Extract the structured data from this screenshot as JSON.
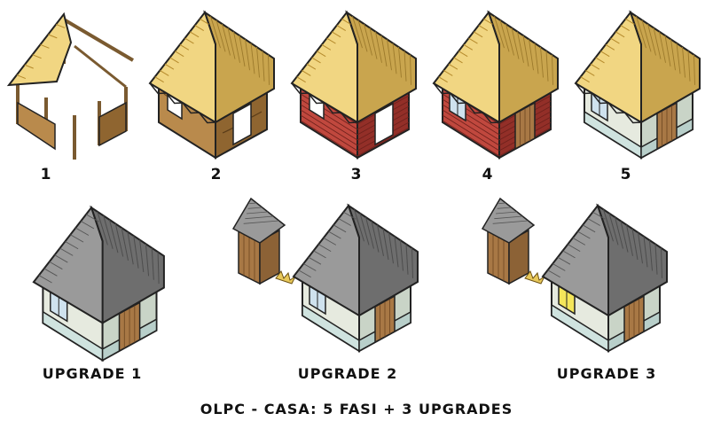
{
  "stages": [
    {
      "label": "1",
      "roof": "thatch-broken",
      "wall": "frame"
    },
    {
      "label": "2",
      "roof": "thatch",
      "wall": "mud"
    },
    {
      "label": "3",
      "roof": "thatch",
      "wall": "brick"
    },
    {
      "label": "4",
      "roof": "thatch",
      "wall": "brick-door-window"
    },
    {
      "label": "5",
      "roof": "thatch",
      "wall": "plaster-door-window"
    }
  ],
  "upgrades": [
    {
      "label": "UPGRADE 1",
      "roof": "metal",
      "outhouse": false,
      "lit_window": false
    },
    {
      "label": "UPGRADE 2",
      "roof": "metal",
      "outhouse": true,
      "lit_window": false
    },
    {
      "label": "UPGRADE 3",
      "roof": "metal",
      "outhouse": true,
      "lit_window": true
    }
  ],
  "caption": "OLPC - CASA: 5 FASI + 3 UPGRADES",
  "colors": {
    "thatch": "#f1d682",
    "thatch_dark": "#c9a54e",
    "mud": "#b98a4c",
    "mud_dark": "#8f6530",
    "brick": "#c0483e",
    "brick_dark": "#932f28",
    "plaster": "#e6eadf",
    "plaster_dark": "#c9d4c7",
    "base": "#cfe3df",
    "metal": "#9a9a9a",
    "metal_dark": "#6e6e6e",
    "wood": "#a87845",
    "window_glass": "#cfe2ee",
    "lit_glass": "#f4e65a"
  }
}
